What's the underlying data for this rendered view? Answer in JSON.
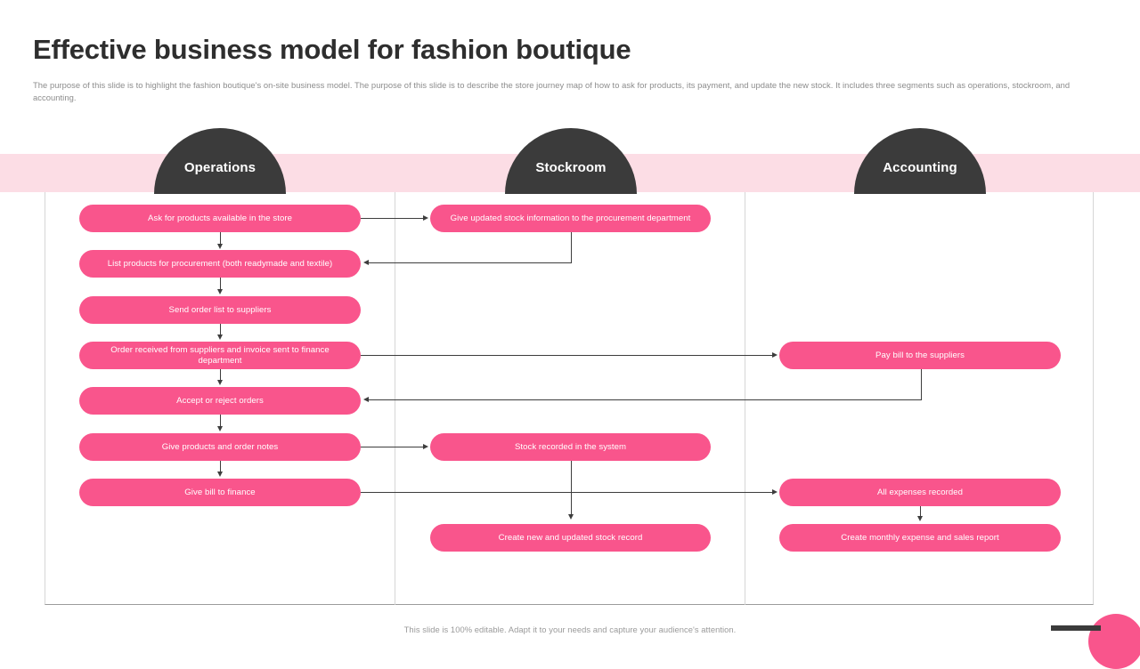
{
  "slide": {
    "title": "Effective business model for fashion boutique",
    "subtitle": "The purpose of this slide is to highlight the fashion boutique's on-site business model. The purpose of this slide is to describe the store journey map of how to ask for products, its payment, and update the new stock. It includes three segments such as operations, stockroom, and accounting.",
    "footer_note": "This slide is 100% editable. Adapt it to your needs and capture your audience's attention."
  },
  "colors": {
    "accent_pink": "#f9558c",
    "band_pink": "#fcdde5",
    "header_dark": "#3b3b3b",
    "connector": "#3d3d3d",
    "title_text": "#2e2e2e",
    "subtitle_text": "#8c8c8c"
  },
  "columns": [
    {
      "id": "operations",
      "label": "Operations"
    },
    {
      "id": "stockroom",
      "label": "Stockroom"
    },
    {
      "id": "accounting",
      "label": "Accounting"
    }
  ],
  "nodes": {
    "operations": [
      {
        "id": "op-1",
        "label": "Ask for products available in the store"
      },
      {
        "id": "op-2",
        "label": "List products for procurement (both readymade and textile)"
      },
      {
        "id": "op-3",
        "label": "Send order list to suppliers"
      },
      {
        "id": "op-4",
        "label": "Order received from suppliers and invoice sent to finance department"
      },
      {
        "id": "op-5",
        "label": "Accept or reject orders"
      },
      {
        "id": "op-6",
        "label": "Give products and order notes"
      },
      {
        "id": "op-7",
        "label": "Give bill to finance"
      }
    ],
    "stockroom": [
      {
        "id": "st-1",
        "label": "Give updated stock information to the procurement department"
      },
      {
        "id": "st-2",
        "label": "Stock recorded in the system"
      },
      {
        "id": "st-3",
        "label": "Create new and updated stock record"
      }
    ],
    "accounting": [
      {
        "id": "ac-1",
        "label": "Pay bill to the suppliers"
      },
      {
        "id": "ac-2",
        "label": "All expenses recorded"
      },
      {
        "id": "ac-3",
        "label": "Create monthly expense and sales report"
      }
    ]
  }
}
